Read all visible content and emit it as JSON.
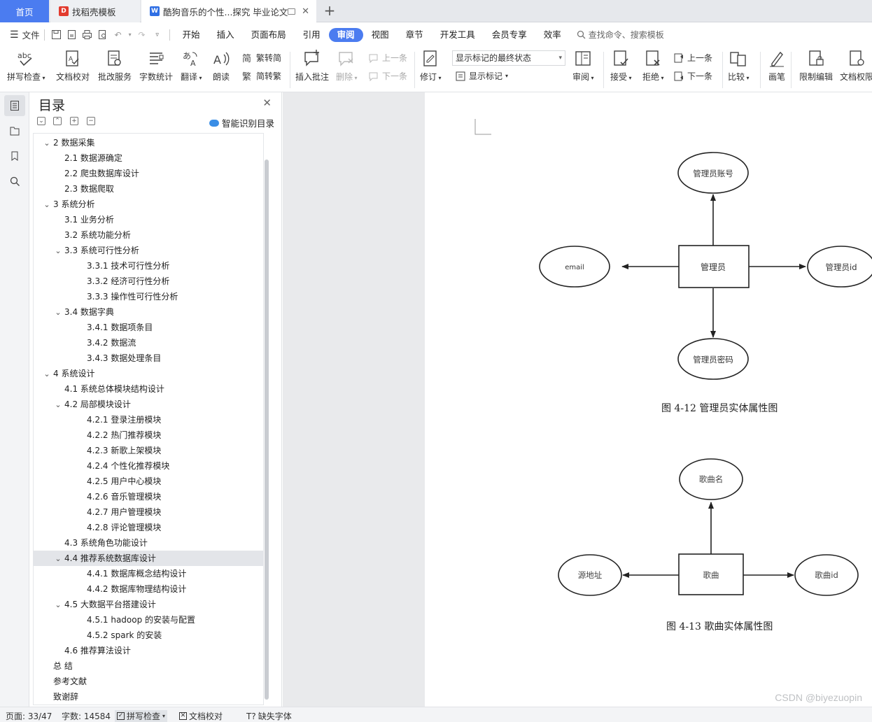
{
  "tabs": {
    "home": "首页",
    "wps_templates": "找稻壳模板",
    "document": "酷狗音乐的个性...探究 毕业论文",
    "add": "+"
  },
  "menu": {
    "file": "文件",
    "items": [
      "开始",
      "插入",
      "页面布局",
      "引用",
      "审阅",
      "视图",
      "章节",
      "开发工具",
      "会员专享",
      "效率"
    ],
    "active": "审阅",
    "search_placeholder": "查找命令、搜索模板"
  },
  "ribbon": {
    "spell_check": "拼写检查",
    "doc_proofread": "文档校对",
    "review_service": "批改服务",
    "word_count": "字数统计",
    "translate": "翻译",
    "read_aloud": "朗读",
    "to_simplified": "繁转简",
    "to_traditional": "简转繁",
    "insert_comment": "插入批注",
    "delete": "删除",
    "prev": "上一条",
    "next": "下一条",
    "track_changes": "修订",
    "markup_state": "显示标记的最终状态",
    "show_markup": "显示标记",
    "review": "审阅",
    "accept": "接受",
    "reject": "拒绝",
    "prev2": "上一条",
    "next2": "下一条",
    "compare": "比较",
    "pen": "画笔",
    "restrict_edit": "限制编辑",
    "doc_permission": "文档权限"
  },
  "toc": {
    "title": "目录",
    "smart_detect": "智能识别目录",
    "items": [
      {
        "text": "2 数据采集",
        "level": 1,
        "chevron": true
      },
      {
        "text": "2.1 数据源确定",
        "level": 2
      },
      {
        "text": "2.2 爬虫数据库设计",
        "level": 2
      },
      {
        "text": "2.3 数据爬取",
        "level": 2
      },
      {
        "text": "3 系统分析",
        "level": 1,
        "chevron": true
      },
      {
        "text": "3.1 业务分析",
        "level": 2
      },
      {
        "text": "3.2 系统功能分析",
        "level": 2
      },
      {
        "text": "3.3  系统可行性分析",
        "level": 2,
        "chevron": true
      },
      {
        "text": "3.3.1  技术可行性分析",
        "level": 3
      },
      {
        "text": "3.3.2  经济可行性分析",
        "level": 3
      },
      {
        "text": "3.3.3  操作性可行性分析",
        "level": 3
      },
      {
        "text": "3.4  数据字典",
        "level": 2,
        "chevron": true
      },
      {
        "text": "3.4.1  数据项条目",
        "level": 3
      },
      {
        "text": "3.4.2  数据流",
        "level": 3
      },
      {
        "text": "3.4.3  数据处理条目",
        "level": 3
      },
      {
        "text": "4  系统设计",
        "level": 1,
        "chevron": true
      },
      {
        "text": "4.1 系统总体模块结构设计",
        "level": 2
      },
      {
        "text": "4.2  局部模块设计",
        "level": 2,
        "chevron": true
      },
      {
        "text": "4.2.1  登录注册模块",
        "level": 3
      },
      {
        "text": "4.2.2  热门推荐模块",
        "level": 3
      },
      {
        "text": "4.2.3  新歌上架模块",
        "level": 3
      },
      {
        "text": "4.2.4  个性化推荐模块",
        "level": 3
      },
      {
        "text": "4.2.5  用户中心模块",
        "level": 3
      },
      {
        "text": "4.2.6  音乐管理模块",
        "level": 3
      },
      {
        "text": "4.2.7  用户管理模块",
        "level": 3
      },
      {
        "text": "4.2.8  评论管理模块",
        "level": 3
      },
      {
        "text": "4.3  系统角色功能设计",
        "level": 2
      },
      {
        "text": "4.4  推荐系统数据库设计",
        "level": 2,
        "chevron": true,
        "selected": true
      },
      {
        "text": "4.4.1  数据库概念结构设计",
        "level": 3
      },
      {
        "text": "4.4.2  数据库物理结构设计",
        "level": 3
      },
      {
        "text": "4.5  大数据平台搭建设计",
        "level": 2,
        "chevron": true
      },
      {
        "text": "4.5.1 hadoop 的安装与配置",
        "level": 3
      },
      {
        "text": "4.5.2 spark 的安装",
        "level": 3
      },
      {
        "text": "4.6  推荐算法设计",
        "level": 2
      },
      {
        "text": "总   结",
        "level": 1
      },
      {
        "text": "参考文献",
        "level": 1
      },
      {
        "text": "致谢辞",
        "level": 1
      }
    ]
  },
  "document": {
    "diagram1": {
      "center": "管理员",
      "top": "管理员账号",
      "left": "email",
      "right": "管理员id",
      "bottom": "管理员密码",
      "caption": "图 4-12  管理员实体属性图"
    },
    "diagram2": {
      "center": "歌曲",
      "top": "歌曲名",
      "left": "源地址",
      "right": "歌曲id",
      "caption": "图 4-13  歌曲实体属性图"
    }
  },
  "watermark": "CSDN @biyezuopin",
  "status": {
    "page": "页面: 33/47",
    "words": "字数: 14584",
    "spell_check": "拼写检查",
    "doc_proofread": "文档校对",
    "missing_fonts": "缺失字体"
  }
}
